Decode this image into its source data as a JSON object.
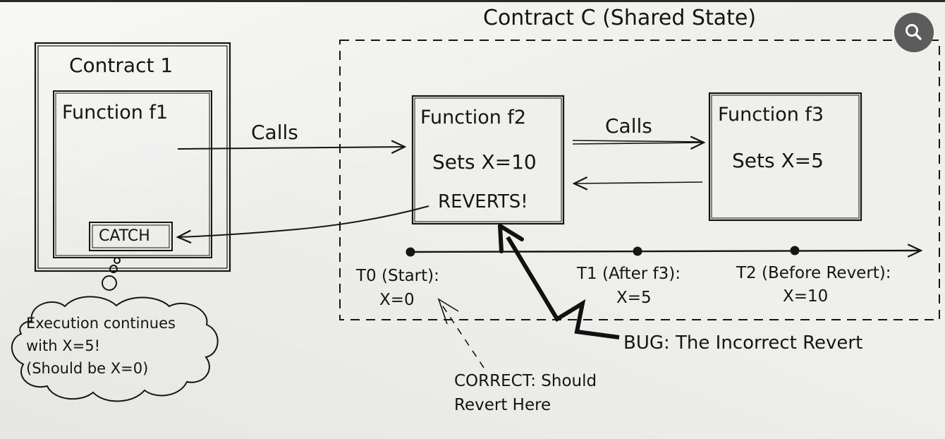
{
  "diagram": {
    "title": "Contract C (Shared State)",
    "contract1": {
      "title": "Contract 1",
      "function_label": "Function f1",
      "catch_label": "CATCH"
    },
    "f2": {
      "title": "Function f2",
      "sets": "Sets X=10",
      "reverts": "REVERTS!"
    },
    "f3": {
      "title": "Function f3",
      "sets": "Sets X=5"
    },
    "calls_1": "Calls",
    "calls_2": "Calls",
    "timeline": [
      {
        "label": "T0 (Start):",
        "value": "X=0"
      },
      {
        "label": "T1 (After f3):",
        "value": "X=5"
      },
      {
        "label": "T2 (Before Revert):",
        "value": "X=10"
      }
    ],
    "bug_label": "BUG: The Incorrect Revert",
    "correct_line1": "CORRECT: Should",
    "correct_line2": "Revert Here",
    "thought_line1": "Execution continues",
    "thought_line2": "with X=5!",
    "thought_line3": "(Should be X=0)"
  },
  "zoom_icon": "magnifier-icon"
}
